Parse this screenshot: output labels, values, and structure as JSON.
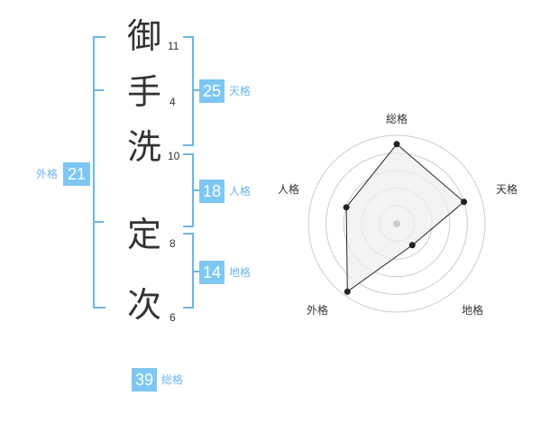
{
  "name_chars": [
    {
      "char": "御",
      "strokes": "11"
    },
    {
      "char": "手",
      "strokes": "4"
    },
    {
      "char": "洗",
      "strokes": "10"
    },
    {
      "char": "定",
      "strokes": "8"
    },
    {
      "char": "次",
      "strokes": "6"
    }
  ],
  "scores": {
    "tenkaku": {
      "value": "25",
      "label": "天格"
    },
    "jinkaku": {
      "value": "18",
      "label": "人格"
    },
    "chikaku": {
      "value": "14",
      "label": "地格"
    },
    "gaikaku": {
      "value": "21",
      "label": "外格"
    },
    "soukaku": {
      "value": "39",
      "label": "総格"
    }
  },
  "chart_data": {
    "type": "radar",
    "axes": [
      "総格",
      "天格",
      "地格",
      "外格",
      "人格"
    ],
    "values": [
      0.9,
      0.8,
      0.3,
      0.95,
      0.6
    ],
    "rings": 5,
    "colors": {
      "fill": "#eeeeee",
      "line": "#222222",
      "ring": "#cccccc",
      "center": "#cccccc"
    }
  },
  "colors": {
    "accent": "#7dc7f2",
    "bracket": "#6cb6e8",
    "text": "#333333"
  }
}
